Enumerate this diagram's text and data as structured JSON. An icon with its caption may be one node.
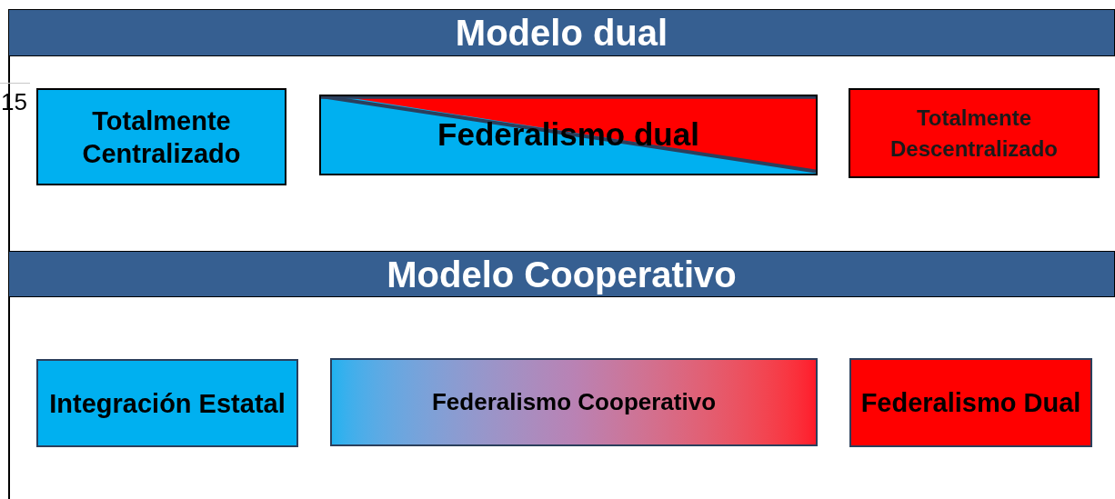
{
  "diagram": {
    "nodes": [
      {
        "text": [
          "Modelo dual"
        ]
      },
      {
        "text": [
          "Totalmente Centralizado"
        ]
      },
      {
        "text": [
          "Federalismo dual"
        ]
      },
      {
        "text": [
          "Totalmente Descentralizado"
        ]
      },
      {
        "text": [
          "Modelo Cooperativo"
        ]
      },
      {
        "text": [
          "Integración Estatal"
        ]
      },
      {
        "text": [
          "Federalismo Cooperativo"
        ]
      },
      {
        "text": [
          "Federalismo Dual"
        ]
      }
    ],
    "labels": [
      "15"
    ]
  }
}
